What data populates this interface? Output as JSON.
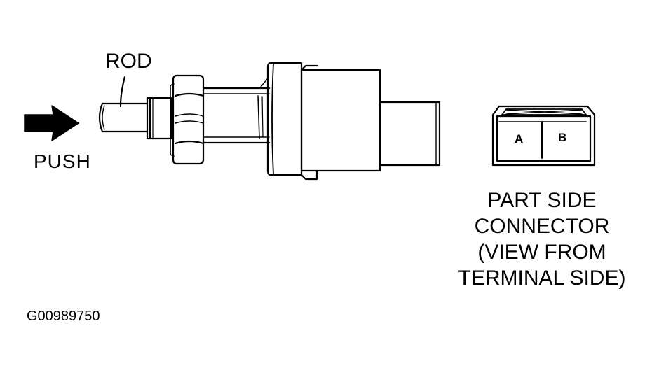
{
  "labels": {
    "rod": "ROD",
    "push": "PUSH",
    "pin_a": "A",
    "pin_b": "B",
    "connector_caption": [
      "PART SIDE",
      "CONNECTOR",
      "(VIEW FROM",
      "TERMINAL SIDE)"
    ],
    "figure_id": "G00989750"
  },
  "icons": {
    "push_arrow": "arrow-right-icon"
  },
  "colors": {
    "line": "#000000",
    "background": "#ffffff"
  }
}
